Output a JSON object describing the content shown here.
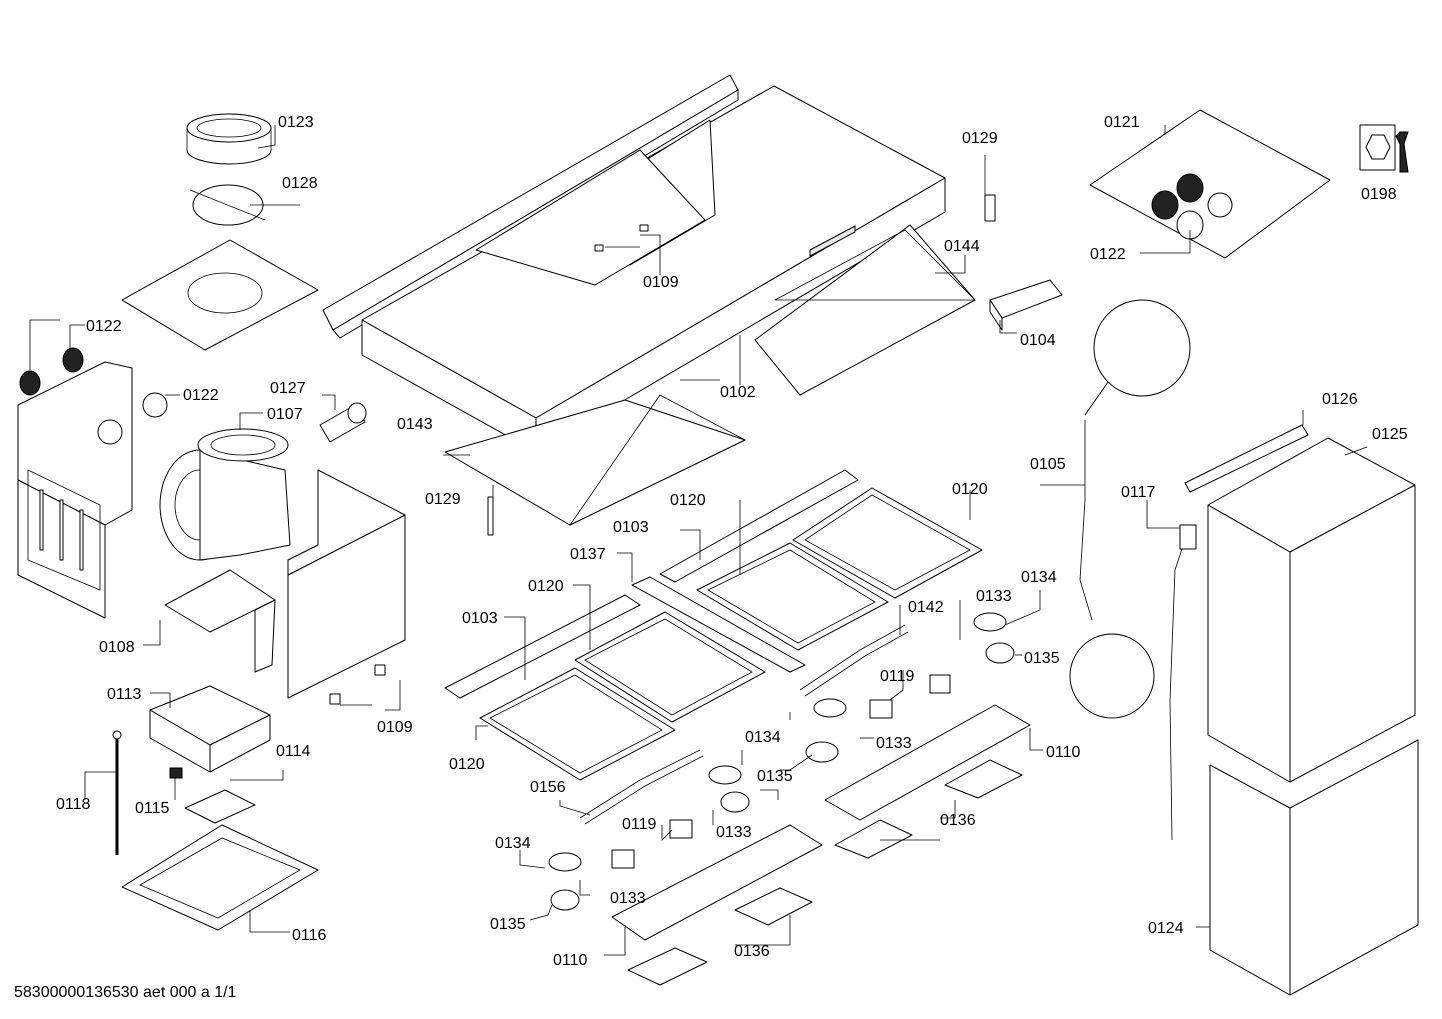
{
  "document_id": "58300000136530 aet 000 a 1/1",
  "tool_icon": "wrench-nut-icon",
  "labels": {
    "l0123": "0123",
    "l0128": "0128",
    "l0122a": "0122",
    "l0122b": "0122",
    "l0122c": "0122",
    "l0127": "0127",
    "l0107": "0107",
    "l0108": "0108",
    "l0109a": "0109",
    "l0109b": "0109",
    "l0129a": "0129",
    "l0129b": "0129",
    "l0143": "0143",
    "l0102": "0102",
    "l0144": "0144",
    "l0104": "0104",
    "l0121": "0121",
    "l0198": "0198",
    "l0126": "0126",
    "l0125": "0125",
    "l0105": "0105",
    "l0117": "0117",
    "l0124": "0124",
    "l0113": "0113",
    "l0114": "0114",
    "l0115": "0115",
    "l0118": "0118",
    "l0116": "0116",
    "l0103a": "0103",
    "l0103b": "0103",
    "l0137": "0137",
    "l0120a": "0120",
    "l0120b": "0120",
    "l0120c": "0120",
    "l0120d": "0120",
    "l0142": "0142",
    "l0133a": "0133",
    "l0133b": "0133",
    "l0133c": "0133",
    "l0133d": "0133",
    "l0134a": "0134",
    "l0134b": "0134",
    "l0134c": "0134",
    "l0135a": "0135",
    "l0135b": "0135",
    "l0135c": "0135",
    "l0119a": "0119",
    "l0119b": "0119",
    "l0110a": "0110",
    "l0110b": "0110",
    "l0136a": "0136",
    "l0136b": "0136",
    "l0156": "0156"
  }
}
